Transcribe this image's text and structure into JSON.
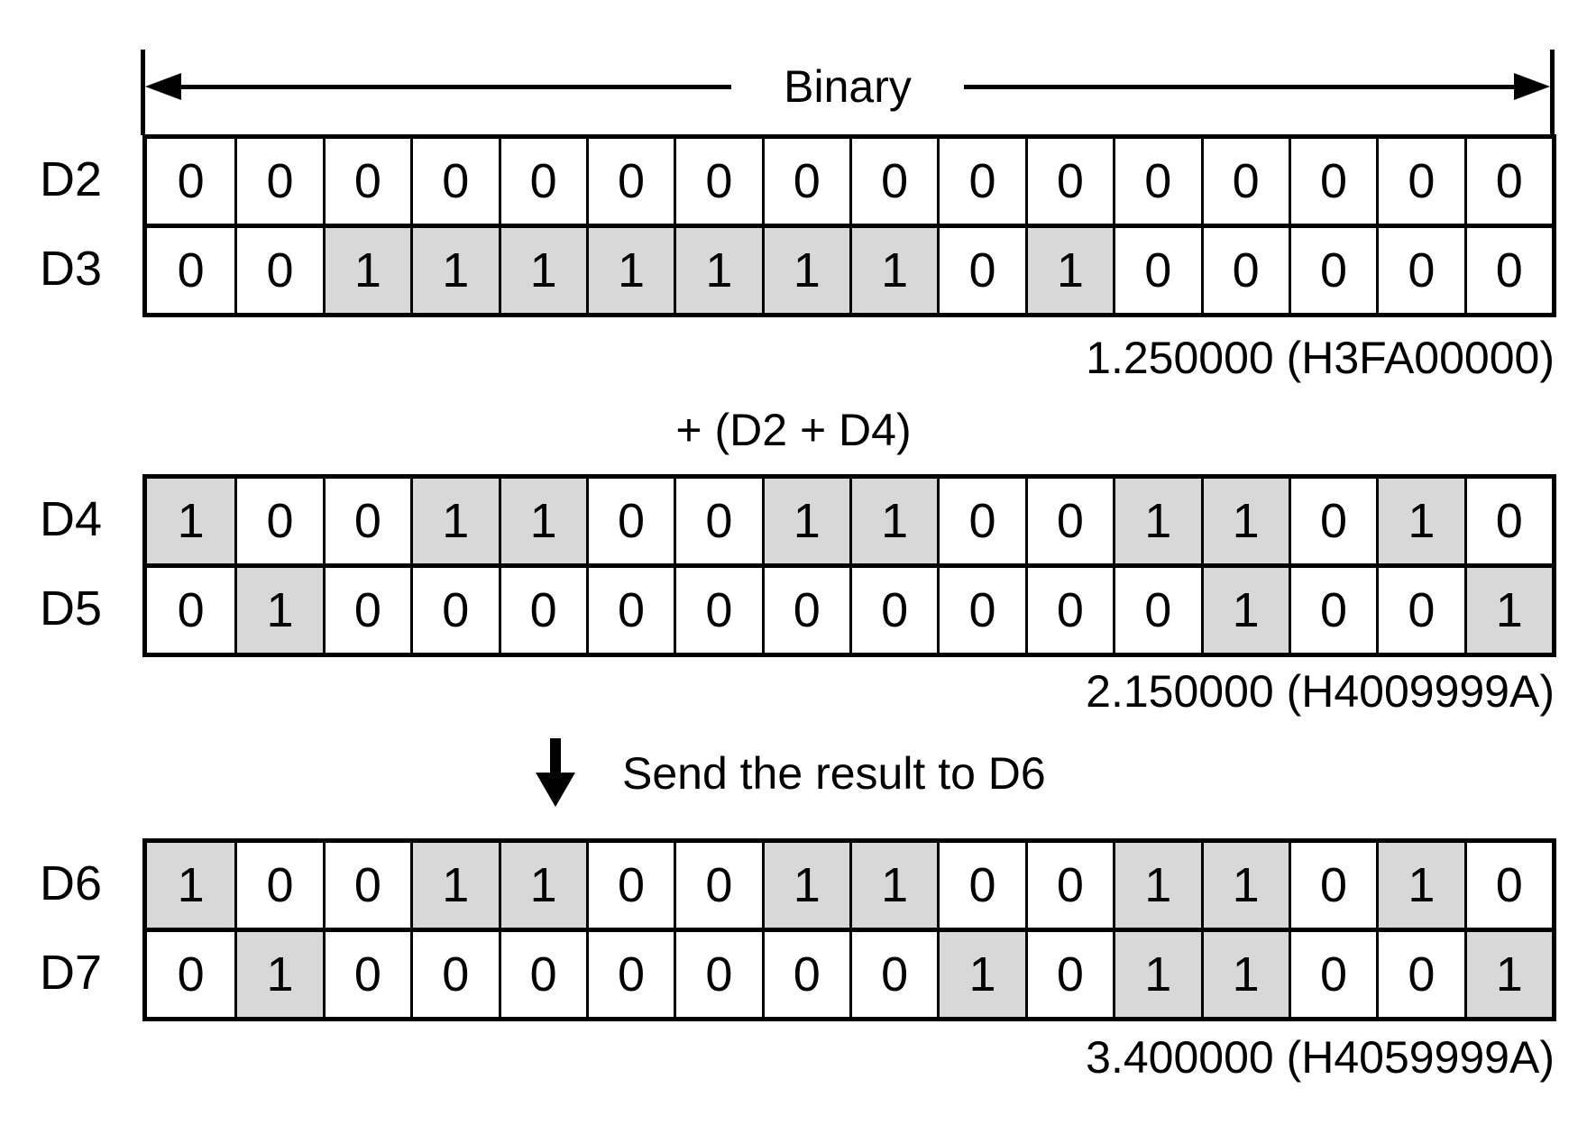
{
  "header": {
    "label": "Binary"
  },
  "colors": {
    "shaded_cell": "#d8d8d8",
    "line": "#000000",
    "background": "#ffffff",
    "text": "#000000"
  },
  "operation": {
    "label": "+ (D2 + D4)"
  },
  "send": {
    "label": "Send the result to D6",
    "icon": "down-arrow-icon"
  },
  "registers": [
    {
      "rows": [
        {
          "name": "D2",
          "bits": [
            0,
            0,
            0,
            0,
            0,
            0,
            0,
            0,
            0,
            0,
            0,
            0,
            0,
            0,
            0,
            0
          ]
        },
        {
          "name": "D3",
          "bits": [
            0,
            0,
            1,
            1,
            1,
            1,
            1,
            1,
            1,
            0,
            1,
            0,
            0,
            0,
            0,
            0
          ]
        }
      ],
      "result": "1.250000 (H3FA00000)"
    },
    {
      "rows": [
        {
          "name": "D4",
          "bits": [
            1,
            0,
            0,
            1,
            1,
            0,
            0,
            1,
            1,
            0,
            0,
            1,
            1,
            0,
            1,
            0
          ]
        },
        {
          "name": "D5",
          "bits": [
            0,
            1,
            0,
            0,
            0,
            0,
            0,
            0,
            0,
            0,
            0,
            0,
            1,
            0,
            0,
            1
          ]
        }
      ],
      "result": "2.150000 (H4009999A)"
    },
    {
      "rows": [
        {
          "name": "D6",
          "bits": [
            1,
            0,
            0,
            1,
            1,
            0,
            0,
            1,
            1,
            0,
            0,
            1,
            1,
            0,
            1,
            0
          ]
        },
        {
          "name": "D7",
          "bits": [
            0,
            1,
            0,
            0,
            0,
            0,
            0,
            0,
            0,
            1,
            0,
            1,
            1,
            0,
            0,
            1
          ]
        }
      ],
      "result": "3.400000 (H4059999A)"
    }
  ]
}
